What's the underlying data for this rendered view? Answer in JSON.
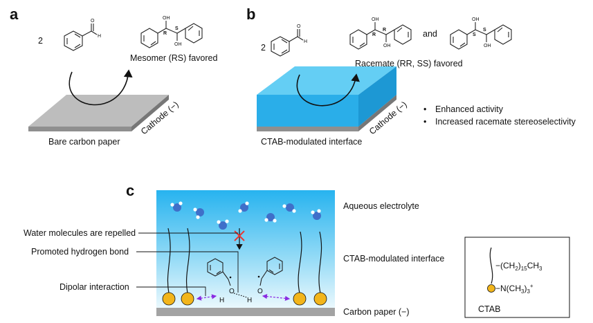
{
  "panel_a": {
    "letter": "a",
    "coefficient": "2",
    "aldehyde_h": "H",
    "aldehyde_o": "O",
    "product_label": "Mesomer (RS) favored",
    "product_oh_top": "OH",
    "product_oh_bottom": "OH",
    "stereo_r": "R",
    "stereo_s": "S",
    "substrate_label": "Bare carbon paper",
    "cathode_label": "Cathode (−)"
  },
  "panel_b": {
    "letter": "b",
    "coefficient": "2",
    "aldehyde_h": "H",
    "aldehyde_o": "O",
    "product_oh_top": "OH",
    "product_oh_bottom": "OH",
    "product2_oh_top": "OH",
    "product2_oh_bottom": "OH",
    "stereo_r1": "R",
    "stereo_r2": "R",
    "stereo_s1": "S",
    "stereo_s2": "S",
    "and_text": "and",
    "product_label": "Racemate (RR, SS) favored",
    "substrate_label": "CTAB-modulated interface",
    "cathode_label": "Cathode (−)",
    "bullets": [
      "Enhanced activity",
      "Increased racemate stereoselectivity"
    ]
  },
  "panel_c": {
    "letter": "c",
    "left_labels": [
      "Water molecules are repelled",
      "Promoted hydrogen bond",
      "Dipolar interaction"
    ],
    "right_labels": [
      "Aqueous electrolyte",
      "CTAB-modulated interface",
      "Carbon paper (−)"
    ],
    "atom_o": "O",
    "atom_h": "H",
    "legend": {
      "tail_prefix": "−(CH",
      "tail_sub1": "2",
      "tail_mid": ")",
      "tail_sub2": "15",
      "tail_suffix": "CH",
      "tail_sub3": "3",
      "head_prefix": "−N(CH",
      "head_sub1": "3",
      "head_mid": ")",
      "head_sub2": "3",
      "head_sup": "+",
      "name": "CTAB"
    }
  },
  "colors": {
    "paper_top": "#bdbdbd",
    "paper_side": "#8a8a8a",
    "ctab_layer": "#4fc3ef",
    "electrolyte_top": "#29b6f0",
    "electrolyte_bottom": "#e6f7fd",
    "head_group": "#f2b51b",
    "water_o": "#3f6fc9",
    "dipole_arrow": "#8a2be2",
    "repel_cross": "#e53935"
  }
}
